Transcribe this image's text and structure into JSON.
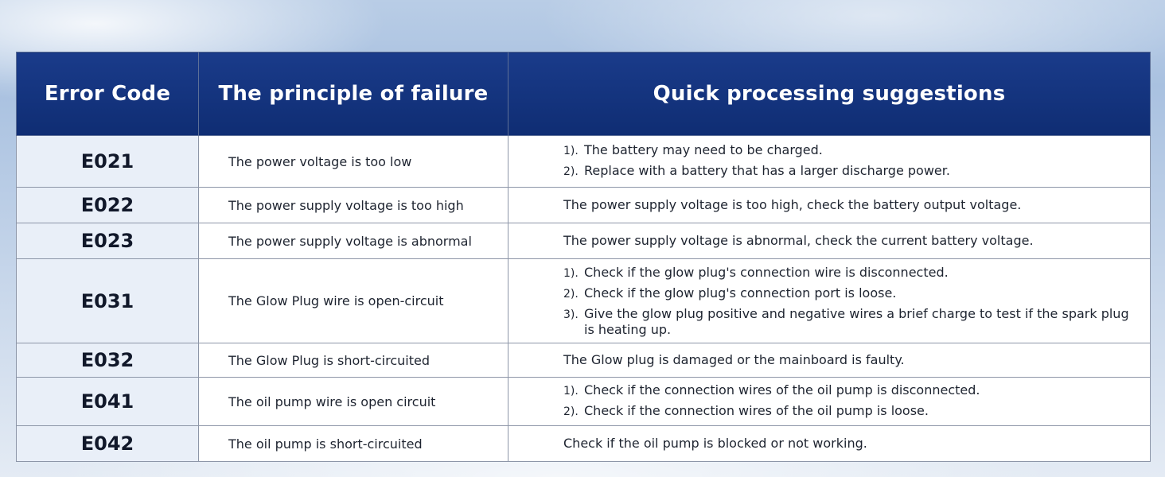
{
  "table": {
    "headers": {
      "code": "Error Code",
      "principle": "The principle of failure",
      "suggestion": "Quick processing suggestions"
    },
    "rows": [
      {
        "code": "E021",
        "principle": "The power voltage is too low",
        "suggestions": [
          {
            "num": "1).",
            "text": "The battery may need to be charged."
          },
          {
            "num": "2).",
            "text": "Replace with a battery that has a larger discharge power."
          }
        ]
      },
      {
        "code": "E022",
        "principle": "The power supply voltage is too high",
        "suggestions": [
          {
            "num": "",
            "text": "The power supply voltage is too high, check the battery output voltage."
          }
        ]
      },
      {
        "code": "E023",
        "principle": "The power supply voltage is  abnormal",
        "suggestions": [
          {
            "num": "",
            "text": "The power supply voltage is abnormal, check the  current battery voltage."
          }
        ]
      },
      {
        "code": "E031",
        "principle": "The Glow Plug wire is open-circuit",
        "suggestions": [
          {
            "num": "1).",
            "text": "Check if the glow plug's connection wire is disconnected."
          },
          {
            "num": "2).",
            "text": "Check if the glow plug's connection port is loose."
          },
          {
            "num": "3).",
            "text": "Give the glow plug positive and negative wires a brief charge to test if the spark plug is heating up."
          }
        ]
      },
      {
        "code": "E032",
        "principle": "The Glow Plug is short-circuited",
        "suggestions": [
          {
            "num": "",
            "text": "The Glow plug is damaged or the mainboard is faulty."
          }
        ]
      },
      {
        "code": "E041",
        "principle": "The oil pump wire is open circuit",
        "suggestions": [
          {
            "num": "1).",
            "text": "Check if the connection wires of the oil pump is disconnected."
          },
          {
            "num": "2).",
            "text": "Check if the connection wires of the oil pump is loose."
          }
        ]
      },
      {
        "code": "E042",
        "principle": "The oil pump is short-circuited",
        "suggestions": [
          {
            "num": "",
            "text": "Check if the oil pump is blocked or not working."
          }
        ]
      }
    ]
  },
  "colors": {
    "header_bg": "#12317a",
    "header_text": "#ffffff",
    "code_cell_bg": "#e9eff8",
    "border": "#8d96a8"
  }
}
